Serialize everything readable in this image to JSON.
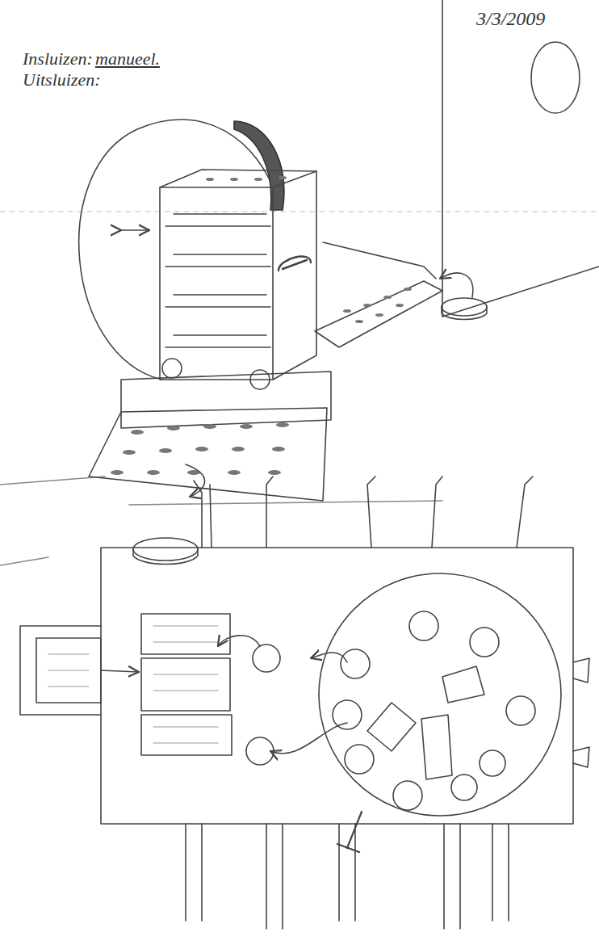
{
  "diagram": {
    "labels": [
      "Insluizen:",
      "manueel.",
      "Uitsluizen:",
      "3/3/2009"
    ]
  }
}
